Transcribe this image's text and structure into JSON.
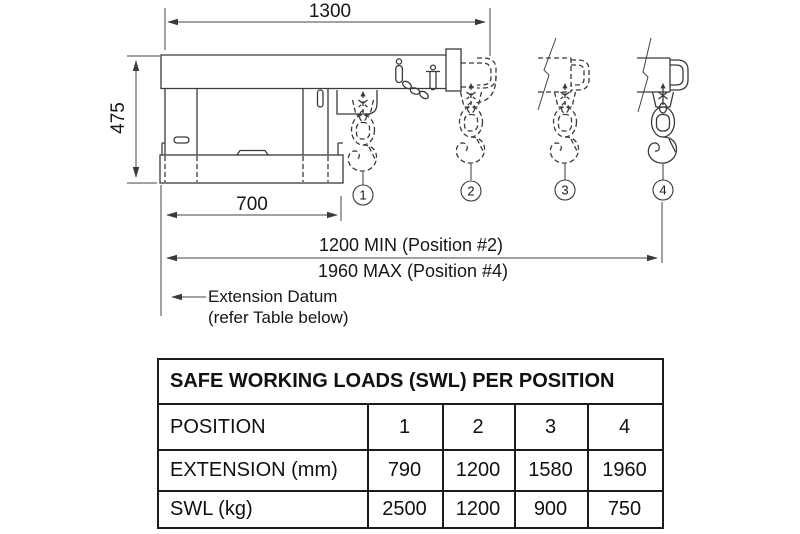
{
  "drawing": {
    "dimensions": {
      "boom_length": "1300",
      "overall_height": "475",
      "carriage_width": "700",
      "min_extension": "1200 MIN (Position #2)",
      "max_extension": "1960 MAX (Position #4)"
    },
    "datum_note": {
      "line1": "Extension Datum",
      "line2": "(refer Table below)"
    },
    "positions": [
      "1",
      "2",
      "3",
      "4"
    ],
    "line_color": "#3a3a3a"
  },
  "table": {
    "title": "SAFE WORKING LOADS (SWL) PER POSITION",
    "rows": [
      {
        "label": "POSITION",
        "values": [
          "1",
          "2",
          "3",
          "4"
        ]
      },
      {
        "label": "EXTENSION (mm)",
        "values": [
          "790",
          "1200",
          "1580",
          "1960"
        ]
      },
      {
        "label": "SWL (kg)",
        "values": [
          "2500",
          "1200",
          "900",
          "750"
        ]
      }
    ]
  }
}
